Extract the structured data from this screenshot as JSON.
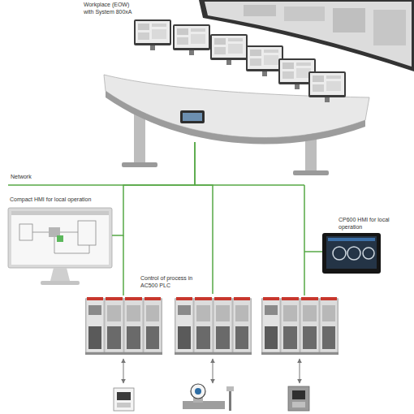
{
  "diagram": {
    "nodes": [
      {
        "text": [
          "Workplace (EOW) with System 800xA"
        ]
      },
      {
        "text": [
          "Compact HMI for local operation"
        ]
      },
      {
        "text": [
          "CP600 HMI for local operation"
        ]
      },
      {
        "text": [
          "Control of process in AC500 PLC"
        ]
      }
    ],
    "edges": [
      {
        "from": 0,
        "to": 1,
        "arrow": "none"
      },
      {
        "from": 0,
        "to": 3,
        "arrow": "none"
      }
    ],
    "labels": [
      "Network"
    ]
  }
}
